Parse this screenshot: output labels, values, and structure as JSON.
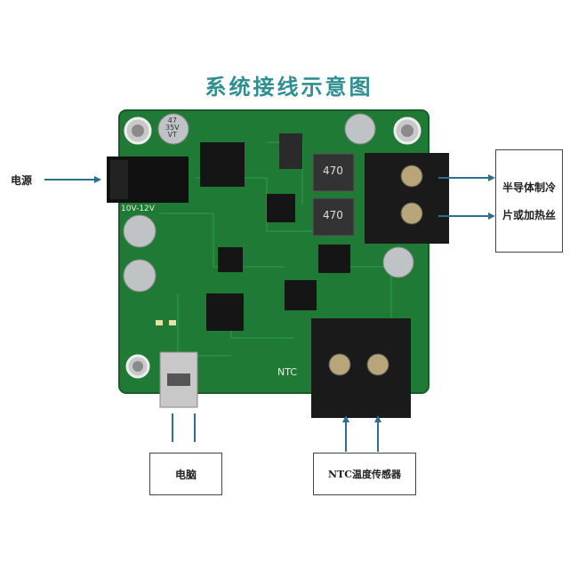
{
  "title": "系统接线示意图",
  "labels": {
    "power": "电源",
    "peltier_line1": "半导体制冷",
    "peltier_line2": "片或加热丝",
    "computer": "电脑",
    "ntc_sensor": "NTC温度传感器"
  },
  "board": {
    "voltage_marking": "10V-12V",
    "ntc_marking": "NTC",
    "inductor_1": "470",
    "inductor_2": "470",
    "capacitor_text": [
      "47",
      "35V",
      "VT"
    ]
  },
  "colors": {
    "title": "#2e8f92",
    "pcb": "#1f7a35",
    "arrow": "#2b6f92"
  }
}
